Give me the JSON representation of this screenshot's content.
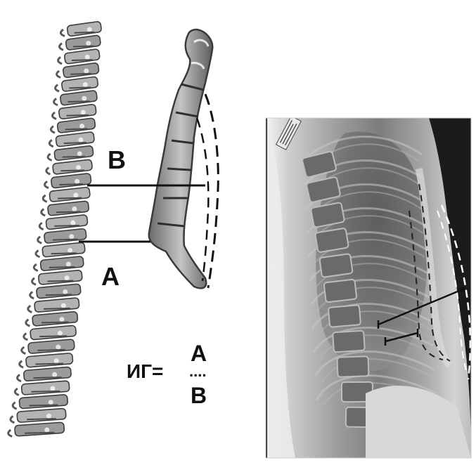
{
  "diagram": {
    "spine_panel": {
      "label_b": "B",
      "label_a": "A",
      "formula": {
        "lhs": "ИГ=",
        "numerator": "A",
        "dots": "....",
        "denominator": "B"
      }
    },
    "xray_panel": {
      "film_marker": ""
    },
    "colors": {
      "background": "#ffffff",
      "bone": "#9a9a9a",
      "bone_dark": "#4a4a4a",
      "line": "#111111",
      "xray_dark": "#1b1b1b",
      "xray_soft": "#8c8c8c",
      "xray_light": "#e6e6e6"
    }
  }
}
